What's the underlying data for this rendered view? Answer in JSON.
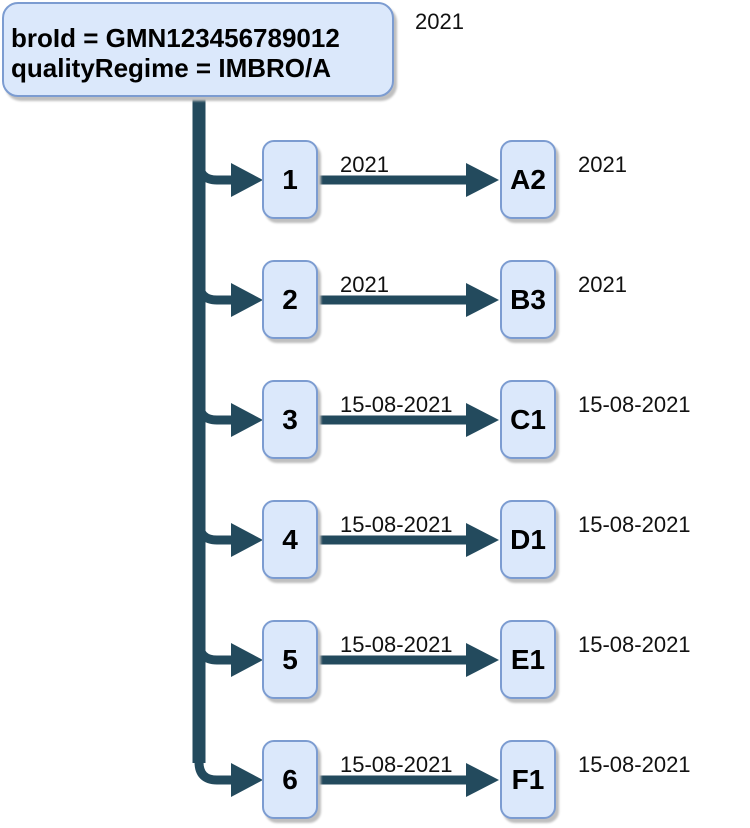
{
  "diagram": {
    "root": {
      "line1": "broId = GMN123456789012",
      "line2": "qualityRegime = IMBRO/A",
      "side_label": "2021"
    },
    "rows": [
      {
        "source": "1",
        "target": "A2",
        "edge_label": "2021",
        "side_label": "2021"
      },
      {
        "source": "2",
        "target": "B3",
        "edge_label": "2021",
        "side_label": "2021"
      },
      {
        "source": "3",
        "target": "C1",
        "edge_label": "15-08-2021",
        "side_label": "15-08-2021"
      },
      {
        "source": "4",
        "target": "D1",
        "edge_label": "15-08-2021",
        "side_label": "15-08-2021"
      },
      {
        "source": "5",
        "target": "E1",
        "edge_label": "15-08-2021",
        "side_label": "15-08-2021"
      },
      {
        "source": "6",
        "target": "F1",
        "edge_label": "15-08-2021",
        "side_label": "15-08-2021"
      }
    ],
    "colors": {
      "node_fill": "#dbe8fb",
      "node_border": "#7c9cd1",
      "connector": "#234a5d"
    }
  }
}
